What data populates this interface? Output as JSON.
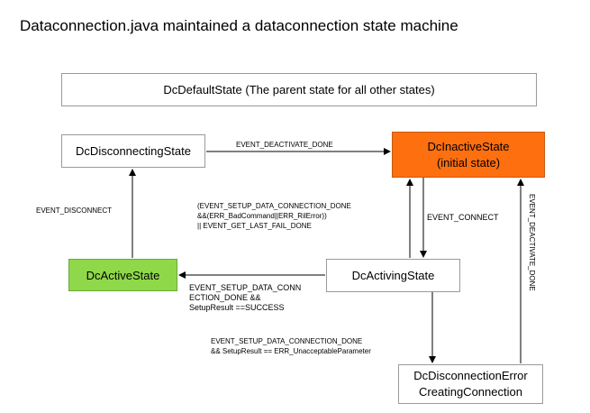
{
  "title": "Dataconnection.java maintained a dataconnection state machine",
  "states": {
    "default": "DcDefaultState (The parent state for all other states)",
    "disconnecting": "DcDisconnectingState",
    "inactive": [
      "DcInactiveState",
      "(initial state)"
    ],
    "active": "DcActiveState",
    "activing": "DcActivingState",
    "error": [
      "DcDisconnectionError",
      "CreatingConnection"
    ]
  },
  "transitions": {
    "deactivate_done": "EVENT_DEACTIVATE_DONE",
    "disconnect": "EVENT_DISCONNECT",
    "setup_fail": [
      "(EVENT_SETUP_DATA_CONNECTION_DONE",
      "&&(ERR_BadCommand||ERR_RilError))",
      "|| EVENT_GET_LAST_FAIL_DONE"
    ],
    "connect": "EVENT_CONNECT",
    "setup_success": [
      "EVENT_SETUP_DATA_CONN",
      "ECTION_DONE &&",
      "SetupResult ==SUCCESS"
    ],
    "setup_unacceptable": [
      "EVENT_SETUP_DATA_CONNECTION_DONE",
      "&& SetupResult == ERR_UnacceptableParameter"
    ],
    "deactivate_done_vertical": "EVENT_DEACTIVATE_DONE"
  },
  "colors": {
    "inactive_fill": "#fe6f10",
    "active_fill": "#8fd84a",
    "border": "#9a9a9a"
  }
}
